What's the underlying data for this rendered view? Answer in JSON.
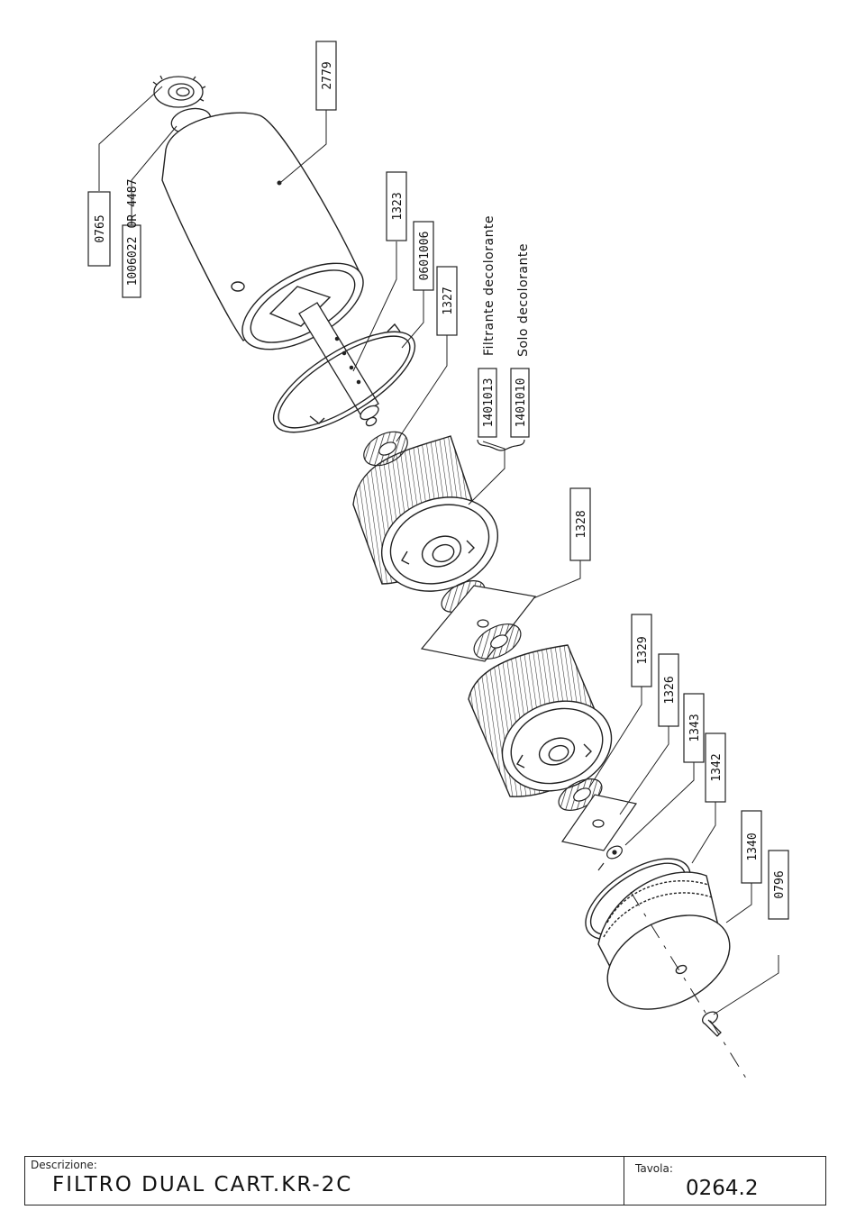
{
  "title_block": {
    "description_label": "Descrizione:",
    "description_value": "FILTRO DUAL CART.KR-2C",
    "table_label": "Tavola:",
    "table_value": "0264.2"
  },
  "callouts": {
    "c0765": "0765",
    "c1006022": "1006022",
    "c_or4487": "OR 4487",
    "c2779": "2779",
    "c1323": "1323",
    "c0601006": "0601006",
    "c1327": "1327",
    "c1401013": "1401013",
    "c1401010": "1401010",
    "c1328": "1328",
    "c1329": "1329",
    "c1326": "1326",
    "c1343": "1343",
    "c1342": "1342",
    "c1340": "1340",
    "c0796": "0796"
  },
  "notes": {
    "filtrante": "Filtrante decolorante",
    "solo": "Solo decolorante"
  }
}
